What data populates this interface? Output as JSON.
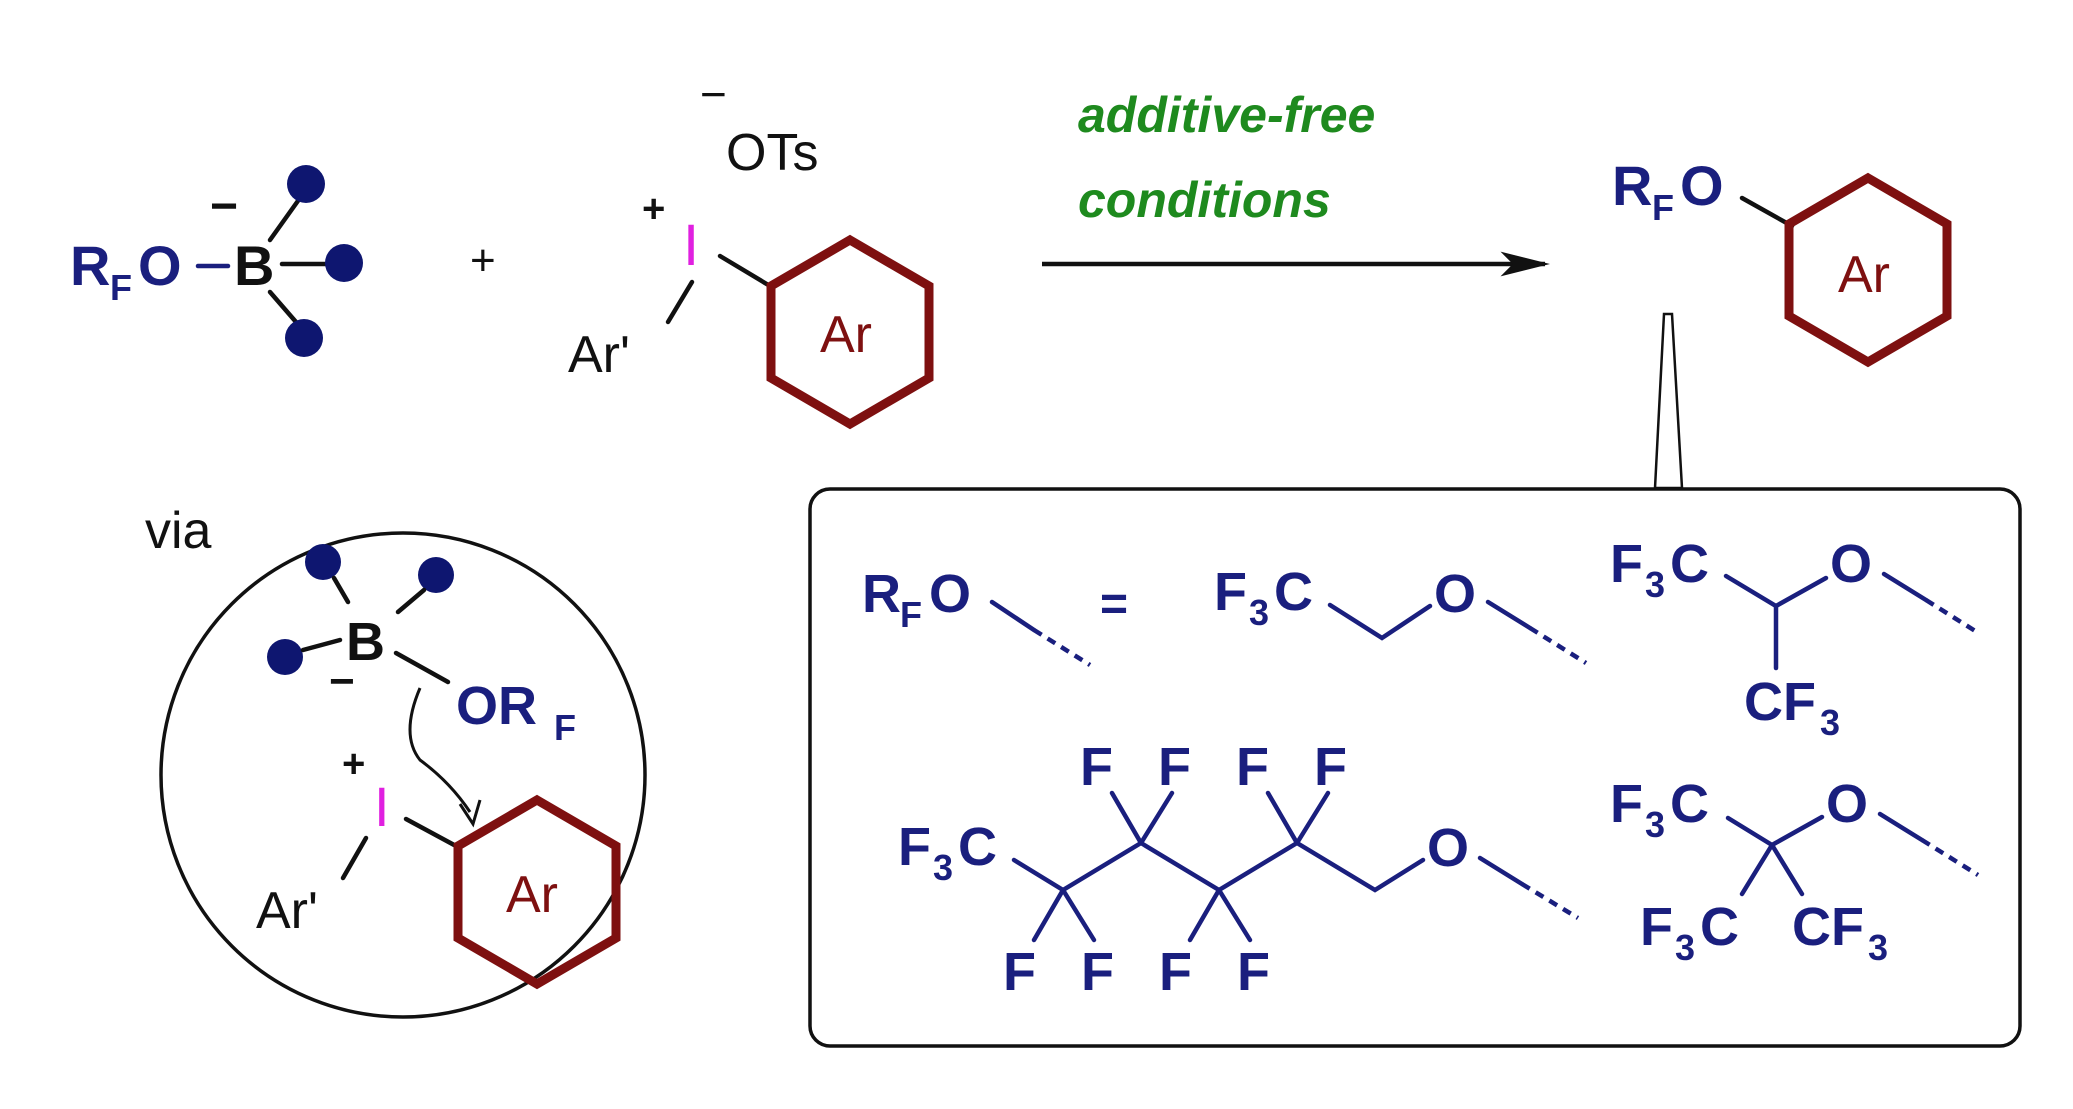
{
  "colors": {
    "navy": "#1a1f7e",
    "ring": "#7e1010",
    "green": "#1e8a1e",
    "iodine": "#e020e0",
    "black": "#111111"
  },
  "reactant1": {
    "r": "R",
    "sub": "F",
    "o": "O",
    "b": "B",
    "charge": "−"
  },
  "plus": "+",
  "reactant2": {
    "counter_charge": "−",
    "counter_ion": "OTs",
    "iodine_charge": "+",
    "iodine": "I",
    "aryl_prime": "Ar'",
    "ring_label": "Ar"
  },
  "conditions": {
    "line1": "additive-free",
    "line2": "conditions"
  },
  "product": {
    "r": "R",
    "sub": "F",
    "o": "O",
    "ring_label": "Ar"
  },
  "intermediate": {
    "via": "via",
    "b": "B",
    "b_charge": "−",
    "or_o": "OR",
    "or_sub": "F",
    "iodine_charge": "+",
    "iodine": "I",
    "aryl_prime": "Ar'",
    "ring_label": "Ar"
  },
  "legend": {
    "rf": {
      "r": "R",
      "sub": "F",
      "o": "O"
    },
    "equals": "=",
    "trifluoroethoxy": {
      "f3c": "F",
      "sub3": "3",
      "c": "C",
      "o": "O"
    },
    "hfip": {
      "f3c": "F",
      "sub3": "3",
      "c": "C",
      "o": "O",
      "cf3_c": "CF",
      "cf3_sub": "3"
    },
    "perfluorohexyl": {
      "f3c": "F",
      "sub3": "3",
      "c": "C",
      "o": "O",
      "fluorines": [
        "F",
        "F",
        "F",
        "F",
        "F",
        "F",
        "F",
        "F"
      ]
    },
    "tertbutoxy": {
      "f3c": "F",
      "sub3": "3",
      "c": "C",
      "o": "O",
      "left_f3c": "F",
      "left_sub": "3",
      "left_c": "C",
      "right_cf": "CF",
      "right_sub": "3"
    }
  }
}
